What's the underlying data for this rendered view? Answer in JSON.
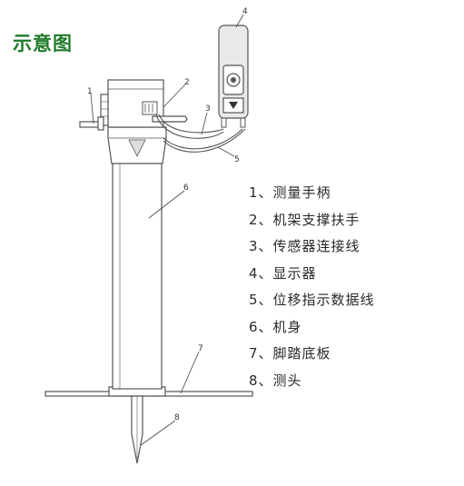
{
  "title": "示意图",
  "callouts": [
    "1",
    "2",
    "3",
    "4",
    "5",
    "6",
    "7",
    "8"
  ],
  "legend": [
    "1、测量手柄",
    "2、机架支撑扶手",
    "3、传感器连接线",
    "4、显示器",
    "5、位移指示数据线",
    "6、机身",
    "7、脚踏底板",
    "8、测头"
  ],
  "colors": {
    "title": "#1f7a2a",
    "line": "#555555",
    "display_fill": "#e9e9e9"
  }
}
